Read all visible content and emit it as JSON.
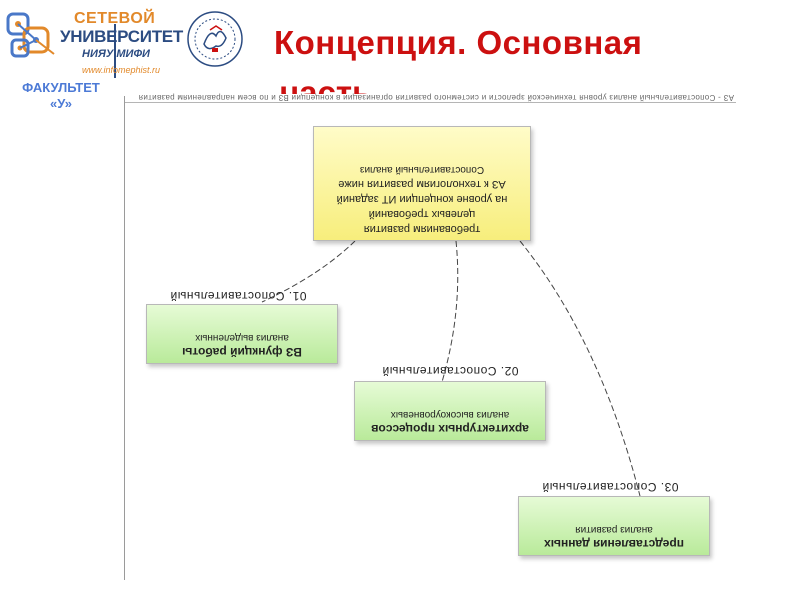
{
  "header": {
    "logo_line1": "СЕТЕВОЙ",
    "logo_line2": "УНИВЕРСИТЕТ",
    "logo_line3": "НИЯУ МИФИ",
    "logo_line4": "www.infomephist.ru",
    "faculty_line1": "ФАКУЛЬТЕТ",
    "faculty_line2": "«У»",
    "title": "Концепция. Основная",
    "title_cut": "часть"
  },
  "colors": {
    "title": "#cc1010",
    "faculty": "#4c7ad6",
    "logo_orange": "#e2892a",
    "logo_blue": "#2c4c82",
    "box_yellow": "#f7ee7c",
    "box_green": "#b9ea9a"
  },
  "diagram": {
    "top_caption": "АЗ - Сопоставительный анализ уровня технической зрелости и системного развития организации в концепции ВЗ и по всем направлениям развития",
    "root": {
      "lines": [
        "Сопоставительный анализ",
        "АЗ к технологиям развития ниже",
        "на уровне концепции ИТ заданий",
        "целевых требований",
        "требованиям развития"
      ]
    },
    "nodes": [
      {
        "label": "01. Сопоставительный",
        "lines": [
          "анализ выделенных",
          "ВЗ функций работы"
        ]
      },
      {
        "label": "02. Сопоставительный",
        "lines": [
          "анализ высокоуровневых",
          "архитектурных процессов"
        ]
      },
      {
        "label": "03. Сопоставительный",
        "lines": [
          "анализ развития",
          "представления данных"
        ]
      }
    ]
  }
}
